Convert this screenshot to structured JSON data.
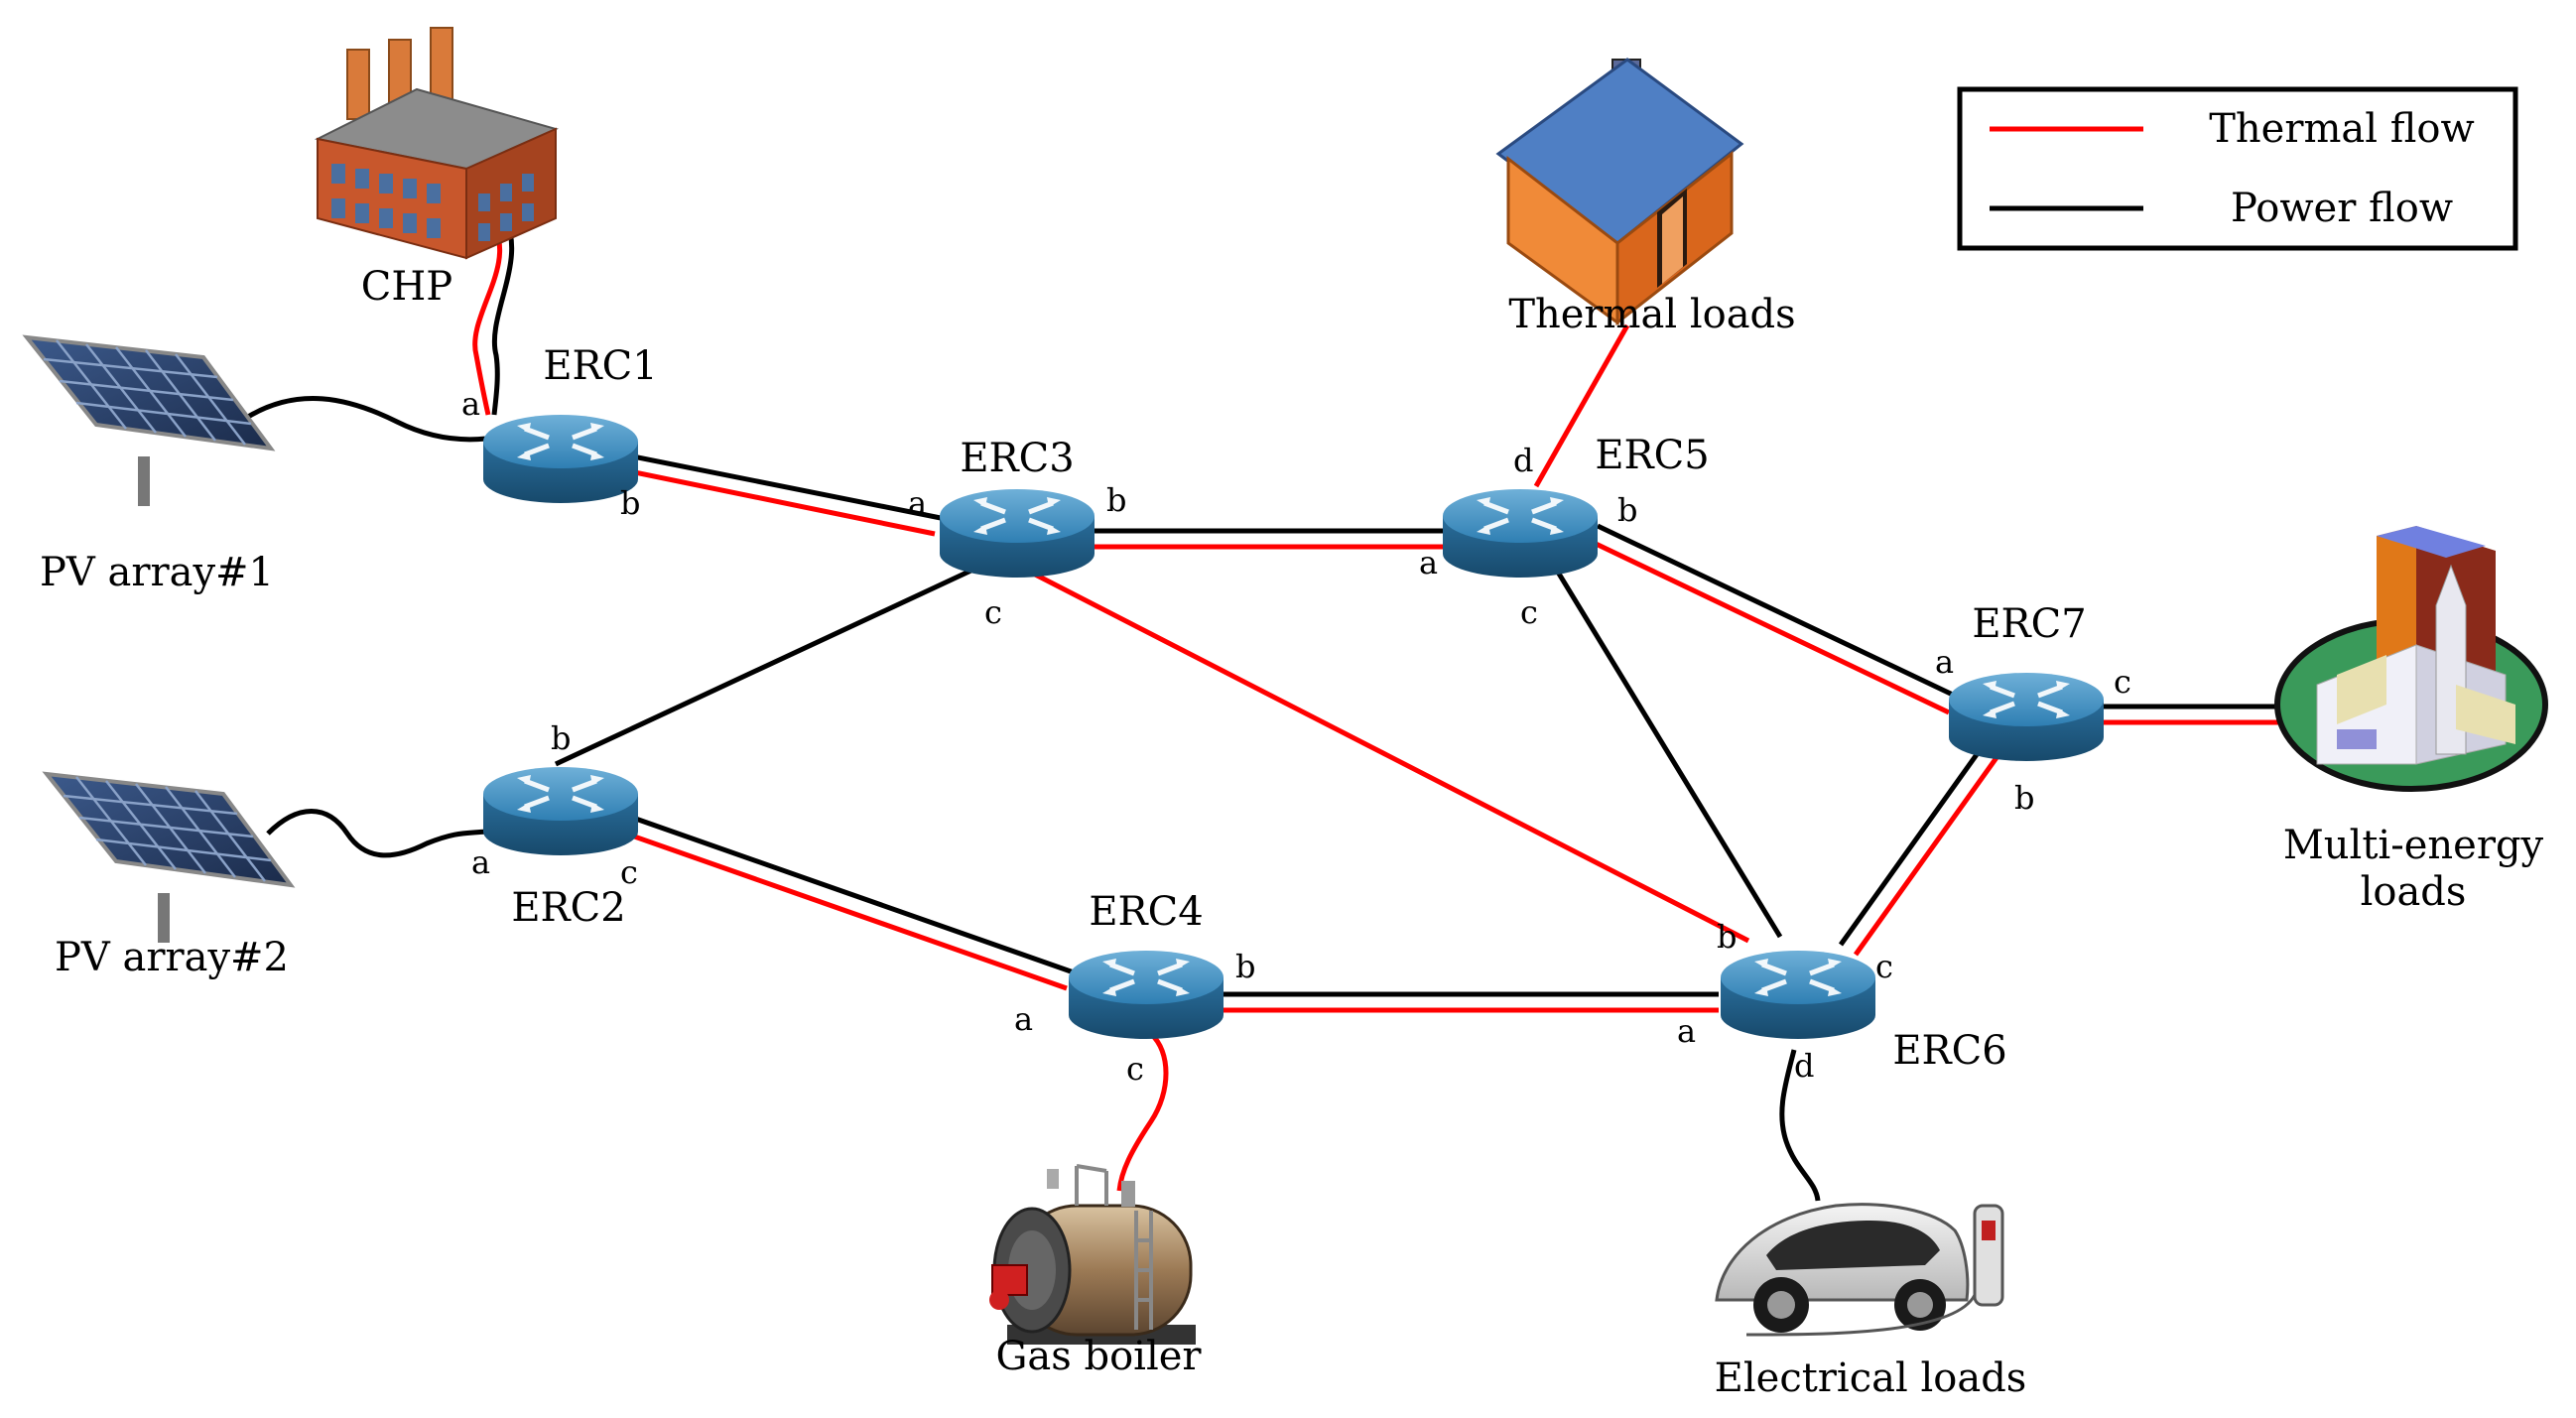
{
  "legend": {
    "thermal_label": "Thermal flow",
    "power_label": "Power flow",
    "thermal_color": "#ff0000",
    "power_color": "#000000"
  },
  "routers": {
    "erc1": "ERC1",
    "erc2": "ERC2",
    "erc3": "ERC3",
    "erc4": "ERC4",
    "erc5": "ERC5",
    "erc6": "ERC6",
    "erc7": "ERC7"
  },
  "devices": {
    "chp": "CHP",
    "pv1": "PV array#1",
    "pv2": "PV array#2",
    "thermal_loads": "Thermal loads",
    "gas_boiler": "Gas boiler",
    "electrical_loads": "Electrical loads",
    "multi_energy_1": "Multi-energy",
    "multi_energy_2": "loads"
  },
  "ports": {
    "a": "a",
    "b": "b",
    "c": "c",
    "d": "d"
  },
  "icons": {
    "router": "router-icon",
    "factory": "factory-icon",
    "solar": "solar-panel-icon",
    "house": "house-icon",
    "boiler": "gas-boiler-icon",
    "car": "electric-car-icon",
    "city": "multi-energy-building-icon"
  }
}
